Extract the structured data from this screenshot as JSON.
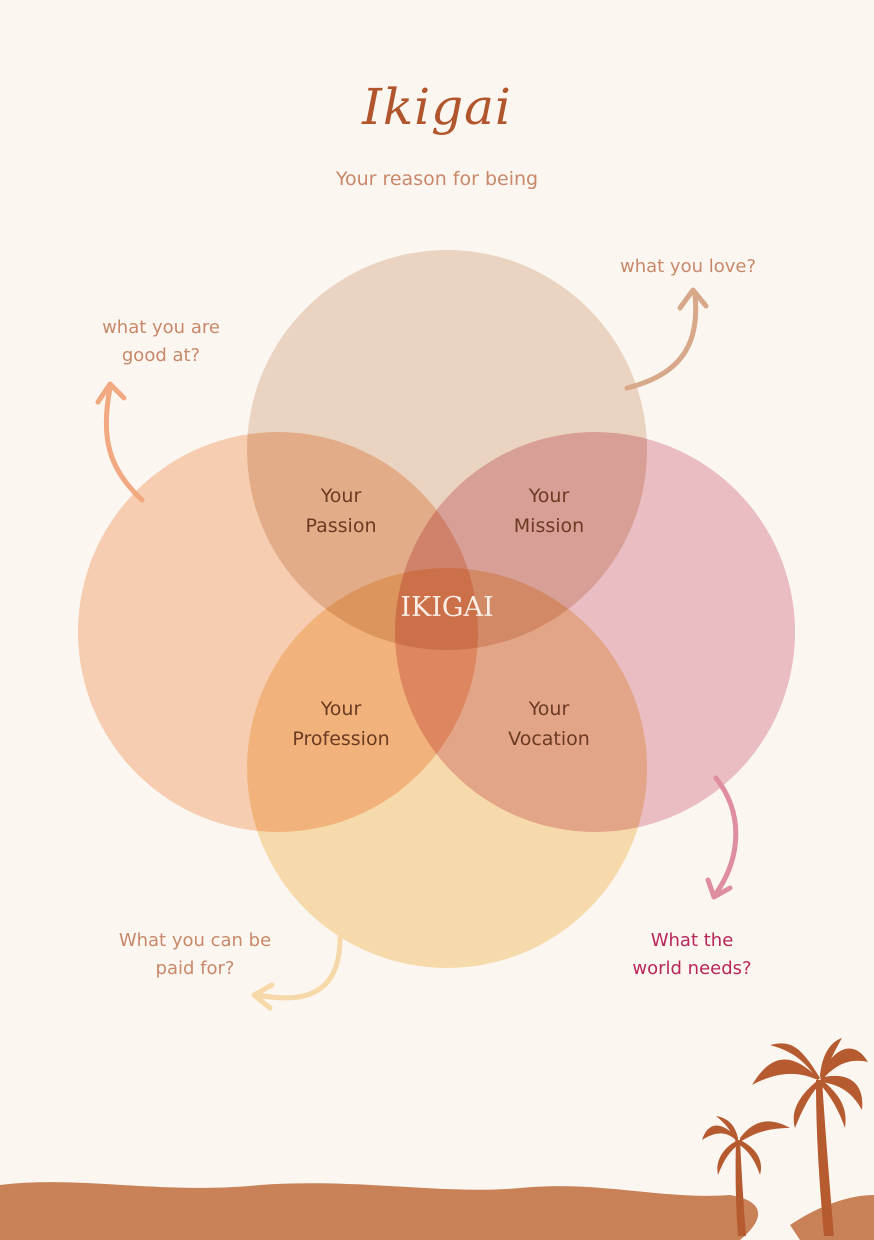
{
  "header": {
    "title": "Ikigai",
    "subtitle": "Your reason for being"
  },
  "circles": [
    {
      "id": "love",
      "color": "#e7cdb8"
    },
    {
      "id": "good_at",
      "color": "#f5c3a0"
    },
    {
      "id": "world_needs",
      "color": "#e3a9b1"
    },
    {
      "id": "paid_for",
      "color": "#f7d39a"
    }
  ],
  "regions": {
    "passion": [
      "Your",
      "Passion"
    ],
    "mission": [
      "Your",
      "Mission"
    ],
    "profession": [
      "Your",
      "Profession"
    ],
    "vocation": [
      "Your",
      "Vocation"
    ],
    "center": "IKIGAI"
  },
  "annotations": {
    "love": {
      "text": "what you love?",
      "color": "#c8886a"
    },
    "good_at": {
      "lines": [
        "what you are",
        "good at?"
      ],
      "color": "#c8886a"
    },
    "paid_for": {
      "lines": [
        "What you can be",
        "paid for?"
      ],
      "color": "#c8886a"
    },
    "world_needs": {
      "lines": [
        "What the",
        "world needs?"
      ],
      "color": "#b8265a"
    }
  },
  "colors": {
    "background": "#fbf6f0",
    "accent": "#b0552c",
    "ground": "#c98257"
  }
}
